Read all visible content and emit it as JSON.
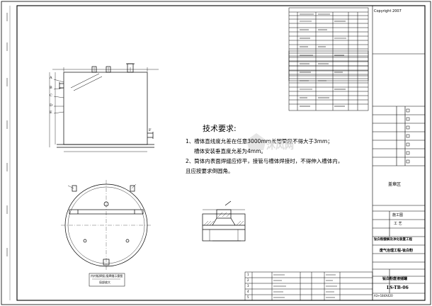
{
  "drawing": {
    "tech_title": "技术要求:",
    "requirements": [
      "1、槽体直线度允差在任意3000mm长圆筒段不得大于3mm；",
      "槽体安装垂直度允差为4mm。",
      "2、筒体内表面焊缝应修平，接管与槽体焊接时，不得伸入槽体内，",
      "且应按要求倒圆角。"
    ],
    "watermark": "沐风网",
    "leader_labels": [
      "A",
      "B",
      "C",
      "D",
      "E",
      "F"
    ],
    "copyright": "Copyright 2007",
    "stamp_text": "盖章区",
    "detail_caption": "内衬板焊接,接焊缝示意图",
    "detail_sub": "局部放大"
  },
  "title_block": {
    "project": "钛白粉酸解及净化装置工程",
    "system": "废气治理工程-钛白粉",
    "drawing_name": "钛白粉废液储罐",
    "drawing_no": "LS-TB-06",
    "design_unit": "施工图",
    "stage_label": "工 艺",
    "footer": "A3+184X420"
  },
  "parts_rows": [
    "1",
    "2",
    "3",
    "4",
    "5"
  ]
}
